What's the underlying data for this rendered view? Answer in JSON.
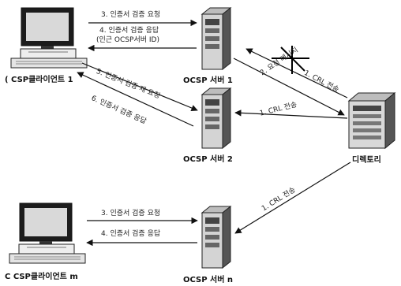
{
  "nodes": {
    "client1": "( CSP클라이언트 1",
    "clientm": "C CSP클라이언트 m",
    "server1": "OCSP 서버 1",
    "server2": "OCSP 서버 2",
    "servern": "OCSP 서버 n",
    "directory": "디렉토리"
  },
  "arrows": {
    "a3_top": "3. 인증서 검증 요청",
    "a4_top": "4. 인증서 검증 응답",
    "a4_top_note": "(인근 OCSP서버 ID)",
    "a5": "5. 인증서 검증 재 요청",
    "a6": "6. 인증서 검증 응답",
    "a2": "2. 요청 메시지",
    "a1_s1": "1. CRL 전송",
    "a1_s2": "1. CRL 전송",
    "a1_sn": "1. CRL 전송",
    "a3_bottom": "3. 인증서 검증 요청",
    "a4_bottom": "4. 인증서 검증 응답"
  },
  "icons": {
    "client": "desktop-computer-icon",
    "server": "tower-server-icon",
    "directory": "directory-server-icon",
    "blocked": "cross-mark-icon"
  }
}
